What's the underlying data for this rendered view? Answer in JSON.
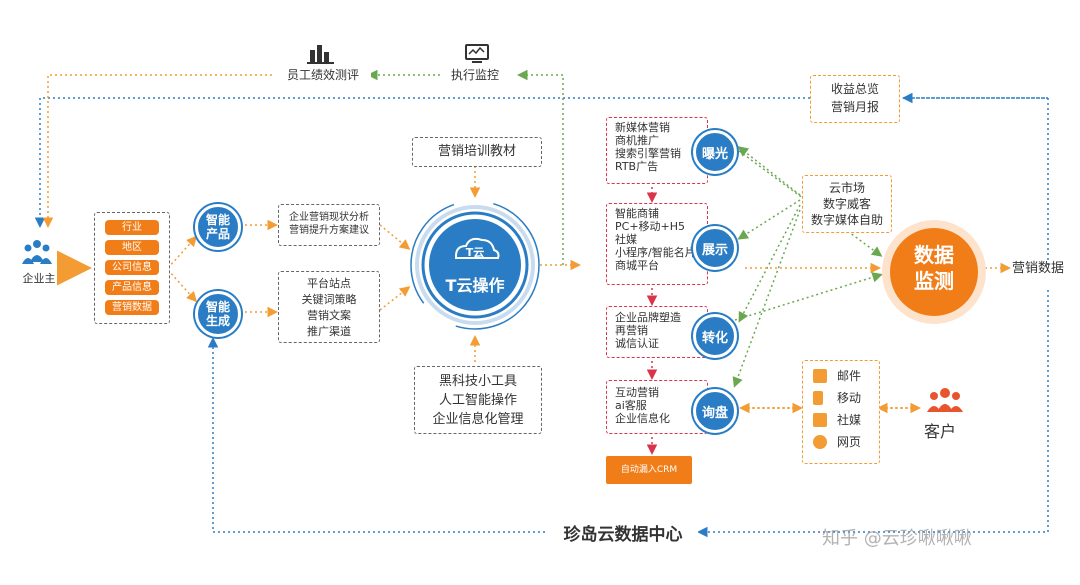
{
  "top": {
    "employee_eval": "员工绩效测评",
    "execution_monitor": "执行监控"
  },
  "revenue_box": {
    "line1": "收益总览",
    "line2": "营销月报"
  },
  "owner": {
    "label": "企业主"
  },
  "attributes": [
    "行业",
    "地区",
    "公司信息",
    "产品信息",
    "营销数据"
  ],
  "smart_product": "智能产品",
  "smart_generate": "智能生成",
  "analysis_box": [
    "企业营销现状分析",
    "营销提升方案建议"
  ],
  "platform_box": [
    "平台站点",
    "关键词策略",
    "营销文案",
    "推广渠道"
  ],
  "training_box": "营销培训教材",
  "tools_box": [
    "黑科技小工具",
    "人工智能操作",
    "企业信息化管理"
  ],
  "center": {
    "logo": "T云",
    "title": "T云操作"
  },
  "stages": [
    {
      "name": "曝光",
      "items": [
        "新媒体营销",
        "商机推广",
        "搜索引擎营销",
        "RTB广告"
      ]
    },
    {
      "name": "展示",
      "items": [
        "智能商铺",
        "PC+移动+H5",
        "社媒",
        "小程序/智能名片",
        "商城平台"
      ]
    },
    {
      "name": "转化",
      "items": [
        "企业品牌塑造",
        "再营销",
        "诚信认证"
      ]
    },
    {
      "name": "询盘",
      "items": [
        "互动营销",
        "ai客服",
        "企业信息化"
      ]
    }
  ],
  "crm_button": "自动漏入CRM",
  "cloud_market": [
    "云市场",
    "数字威客",
    "数字媒体自助"
  ],
  "data_monitor": {
    "line1": "数据",
    "line2": "监测"
  },
  "marketing_data": "营销数据",
  "channels": [
    {
      "label": "邮件",
      "icon": "mail-icon",
      "color": "#f39c33"
    },
    {
      "label": "移动",
      "icon": "mobile-icon",
      "color": "#f39c33"
    },
    {
      "label": "社媒",
      "icon": "social-icon",
      "color": "#f39c33"
    },
    {
      "label": "网页",
      "icon": "web-icon",
      "color": "#f39c33"
    }
  ],
  "customer": "客户",
  "data_center": "珍岛云数据中心",
  "watermark": "知乎 @云珍啾啾啾",
  "colors": {
    "blue": "#2a7dc4",
    "orange": "#f07d18",
    "red": "#d9344a",
    "green": "#6aa84f"
  }
}
